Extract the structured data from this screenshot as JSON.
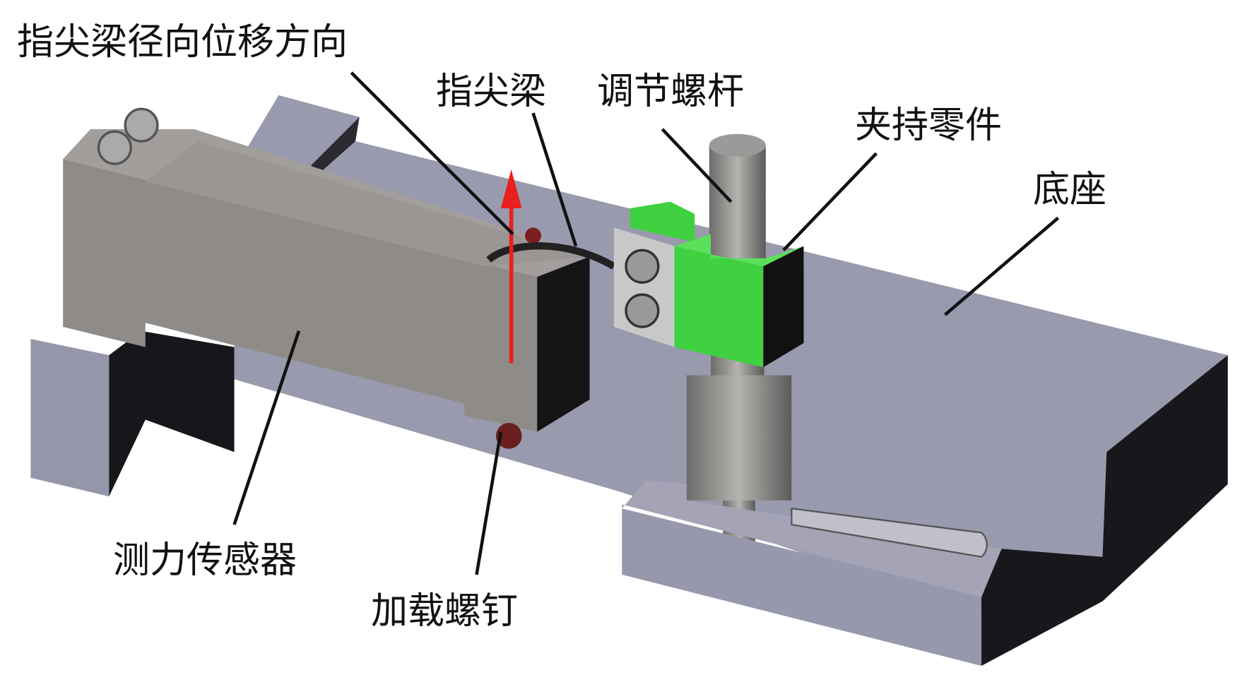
{
  "labels": {
    "radial_displacement_direction": "指尖梁径向位移方向",
    "fingertip_beam": "指尖梁",
    "adjusting_screw_rod": "调节螺杆",
    "clamping_part": "夹持零件",
    "base": "底座",
    "force_sensor": "测力传感器",
    "loading_screw": "加载螺钉"
  },
  "colors": {
    "base": "#9797aa",
    "base_dark": "#1a1a1e",
    "sensor": "#8f8b89",
    "clamp": "#3fd13f",
    "arrow": "#e8201e",
    "rod": "#8a8886"
  }
}
